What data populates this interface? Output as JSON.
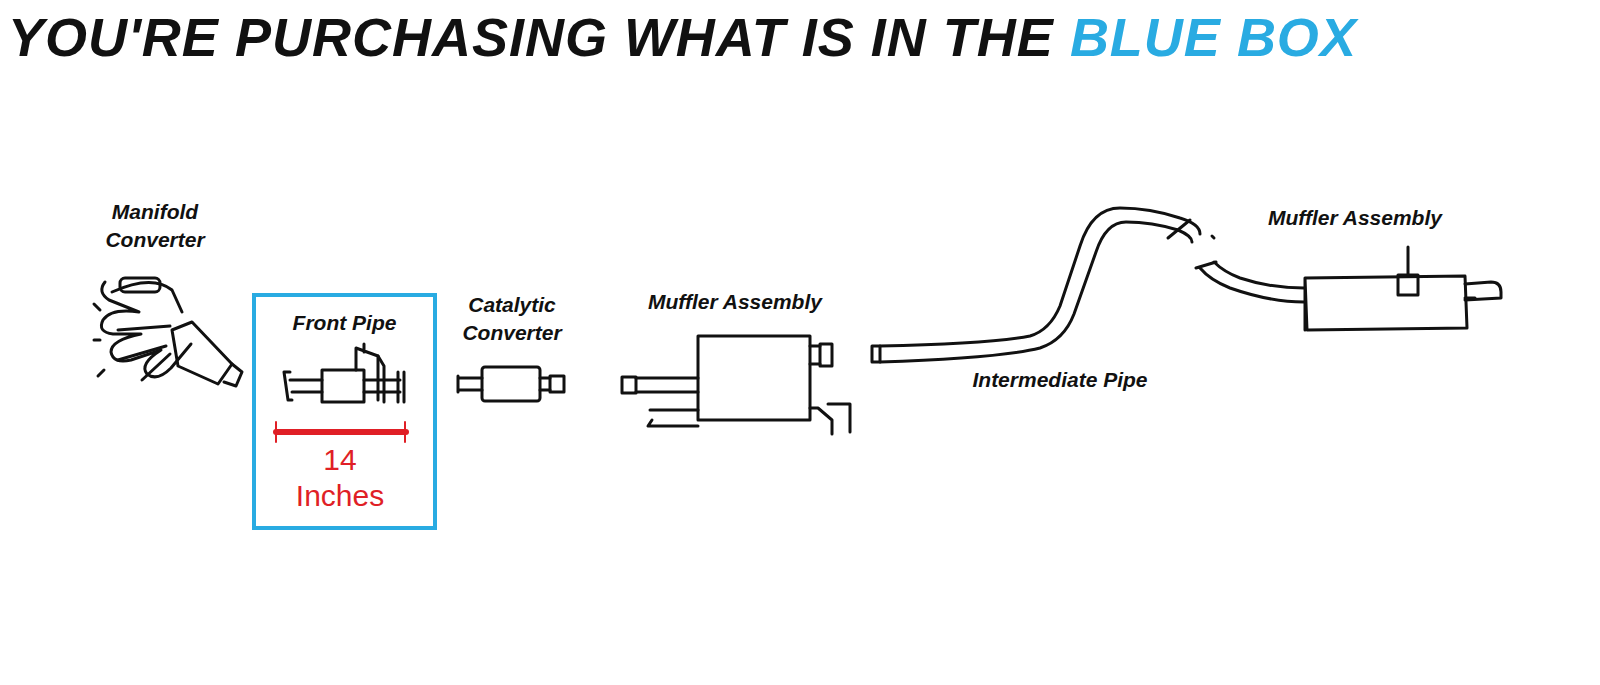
{
  "diagram": {
    "title": "YOU'RE PURCHASING WHAT IS IN THE",
    "nodes": [
      {
        "text": [
          "Front Pipe",
          "14 Inches"
        ]
      }
    ],
    "labels": [
      "BLUE BOX",
      "Manifold Converter",
      "Catalytic Converter",
      "Muffler Assembly",
      "Intermediate Pipe",
      "Muffler Assembly"
    ]
  }
}
